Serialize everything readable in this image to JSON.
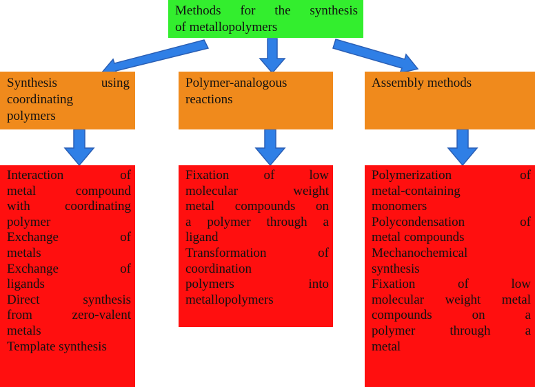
{
  "title": {
    "lines": [
      "Methods for the synthesis",
      "of metallopolymers"
    ]
  },
  "categories": [
    {
      "name": "synthesis-coordinating-polymers",
      "lines": [
        "Synthesis using",
        "coordinating",
        "polymers"
      ],
      "justify": [
        true,
        false,
        false
      ],
      "details": [
        {
          "text": "Interaction of",
          "justify": true
        },
        {
          "text": "metal compound",
          "justify": true
        },
        {
          "text": "with coordinating",
          "justify": true
        },
        {
          "text": "polymer",
          "justify": false
        },
        {
          "text": "Exchange of",
          "justify": true
        },
        {
          "text": "metals",
          "justify": false
        },
        {
          "text": "Exchange of",
          "justify": true
        },
        {
          "text": "ligands",
          "justify": false
        },
        {
          "text": "Direct synthesis",
          "justify": true
        },
        {
          "text": "from zero-valent",
          "justify": true
        },
        {
          "text": "metals",
          "justify": false
        },
        {
          "text": "Template synthesis",
          "justify": false
        }
      ]
    },
    {
      "name": "polymer-analogous-reactions",
      "lines": [
        "Polymer-analogous",
        "reactions"
      ],
      "justify": [
        false,
        false
      ],
      "details": [
        {
          "text": "Fixation of low",
          "justify": true
        },
        {
          "text": "molecular weight",
          "justify": true
        },
        {
          "text": "metal compounds on",
          "justify": true
        },
        {
          "text": "a polymer through a",
          "justify": true
        },
        {
          "text": "ligand",
          "justify": false
        },
        {
          "text": "Transformation of",
          "justify": true
        },
        {
          "text": "coordination",
          "justify": false
        },
        {
          "text": "polymers into",
          "justify": true
        },
        {
          "text": "metallopolymers",
          "justify": false
        }
      ]
    },
    {
      "name": "assembly-methods",
      "lines": [
        "Assembly methods"
      ],
      "justify": [
        false
      ],
      "details": [
        {
          "text": "Polymerization of",
          "justify": true
        },
        {
          "text": "metal-containing",
          "justify": false
        },
        {
          "text": "monomers",
          "justify": false
        },
        {
          "text": "Polycondensation of",
          "justify": true
        },
        {
          "text": "metal compounds",
          "justify": false
        },
        {
          "text": "Mechanochemical",
          "justify": false
        },
        {
          "text": "synthesis",
          "justify": false
        },
        {
          "text": "Fixation of low",
          "justify": true
        },
        {
          "text": "molecular weight metal",
          "justify": true
        },
        {
          "text": "compounds on a",
          "justify": true
        },
        {
          "text": "polymer through a",
          "justify": true
        },
        {
          "text": "metal",
          "justify": false
        }
      ]
    }
  ],
  "colors": {
    "title_box": "#33ee2e",
    "category_box": "#f08a1c",
    "detail_box": "#ff0f0f",
    "arrow_fill": "#2f7fe6",
    "arrow_stroke": "#2a5fb5"
  }
}
